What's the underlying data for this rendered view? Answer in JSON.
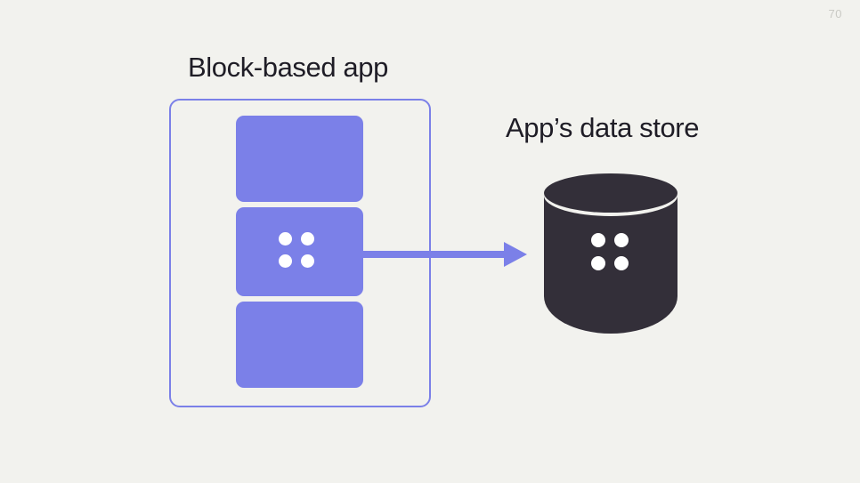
{
  "slide": {
    "page_number": "70",
    "background_color": "#f2f2ee",
    "accent_color": "#7b80e8",
    "text_color": "#1f1d26",
    "datastore_color": "#332f39"
  },
  "app": {
    "title": "Block-based app",
    "blocks": [
      {
        "id": "block-1",
        "label": "",
        "has_dots": false
      },
      {
        "id": "block-2",
        "label": "",
        "has_dots": true
      },
      {
        "id": "block-3",
        "label": "",
        "has_dots": false
      }
    ]
  },
  "datastore": {
    "title": "App’s data store",
    "icon": "database-cylinder",
    "has_dots": true
  },
  "connection": {
    "icon": "arrow-right",
    "from": "block-2",
    "to": "datastore"
  }
}
